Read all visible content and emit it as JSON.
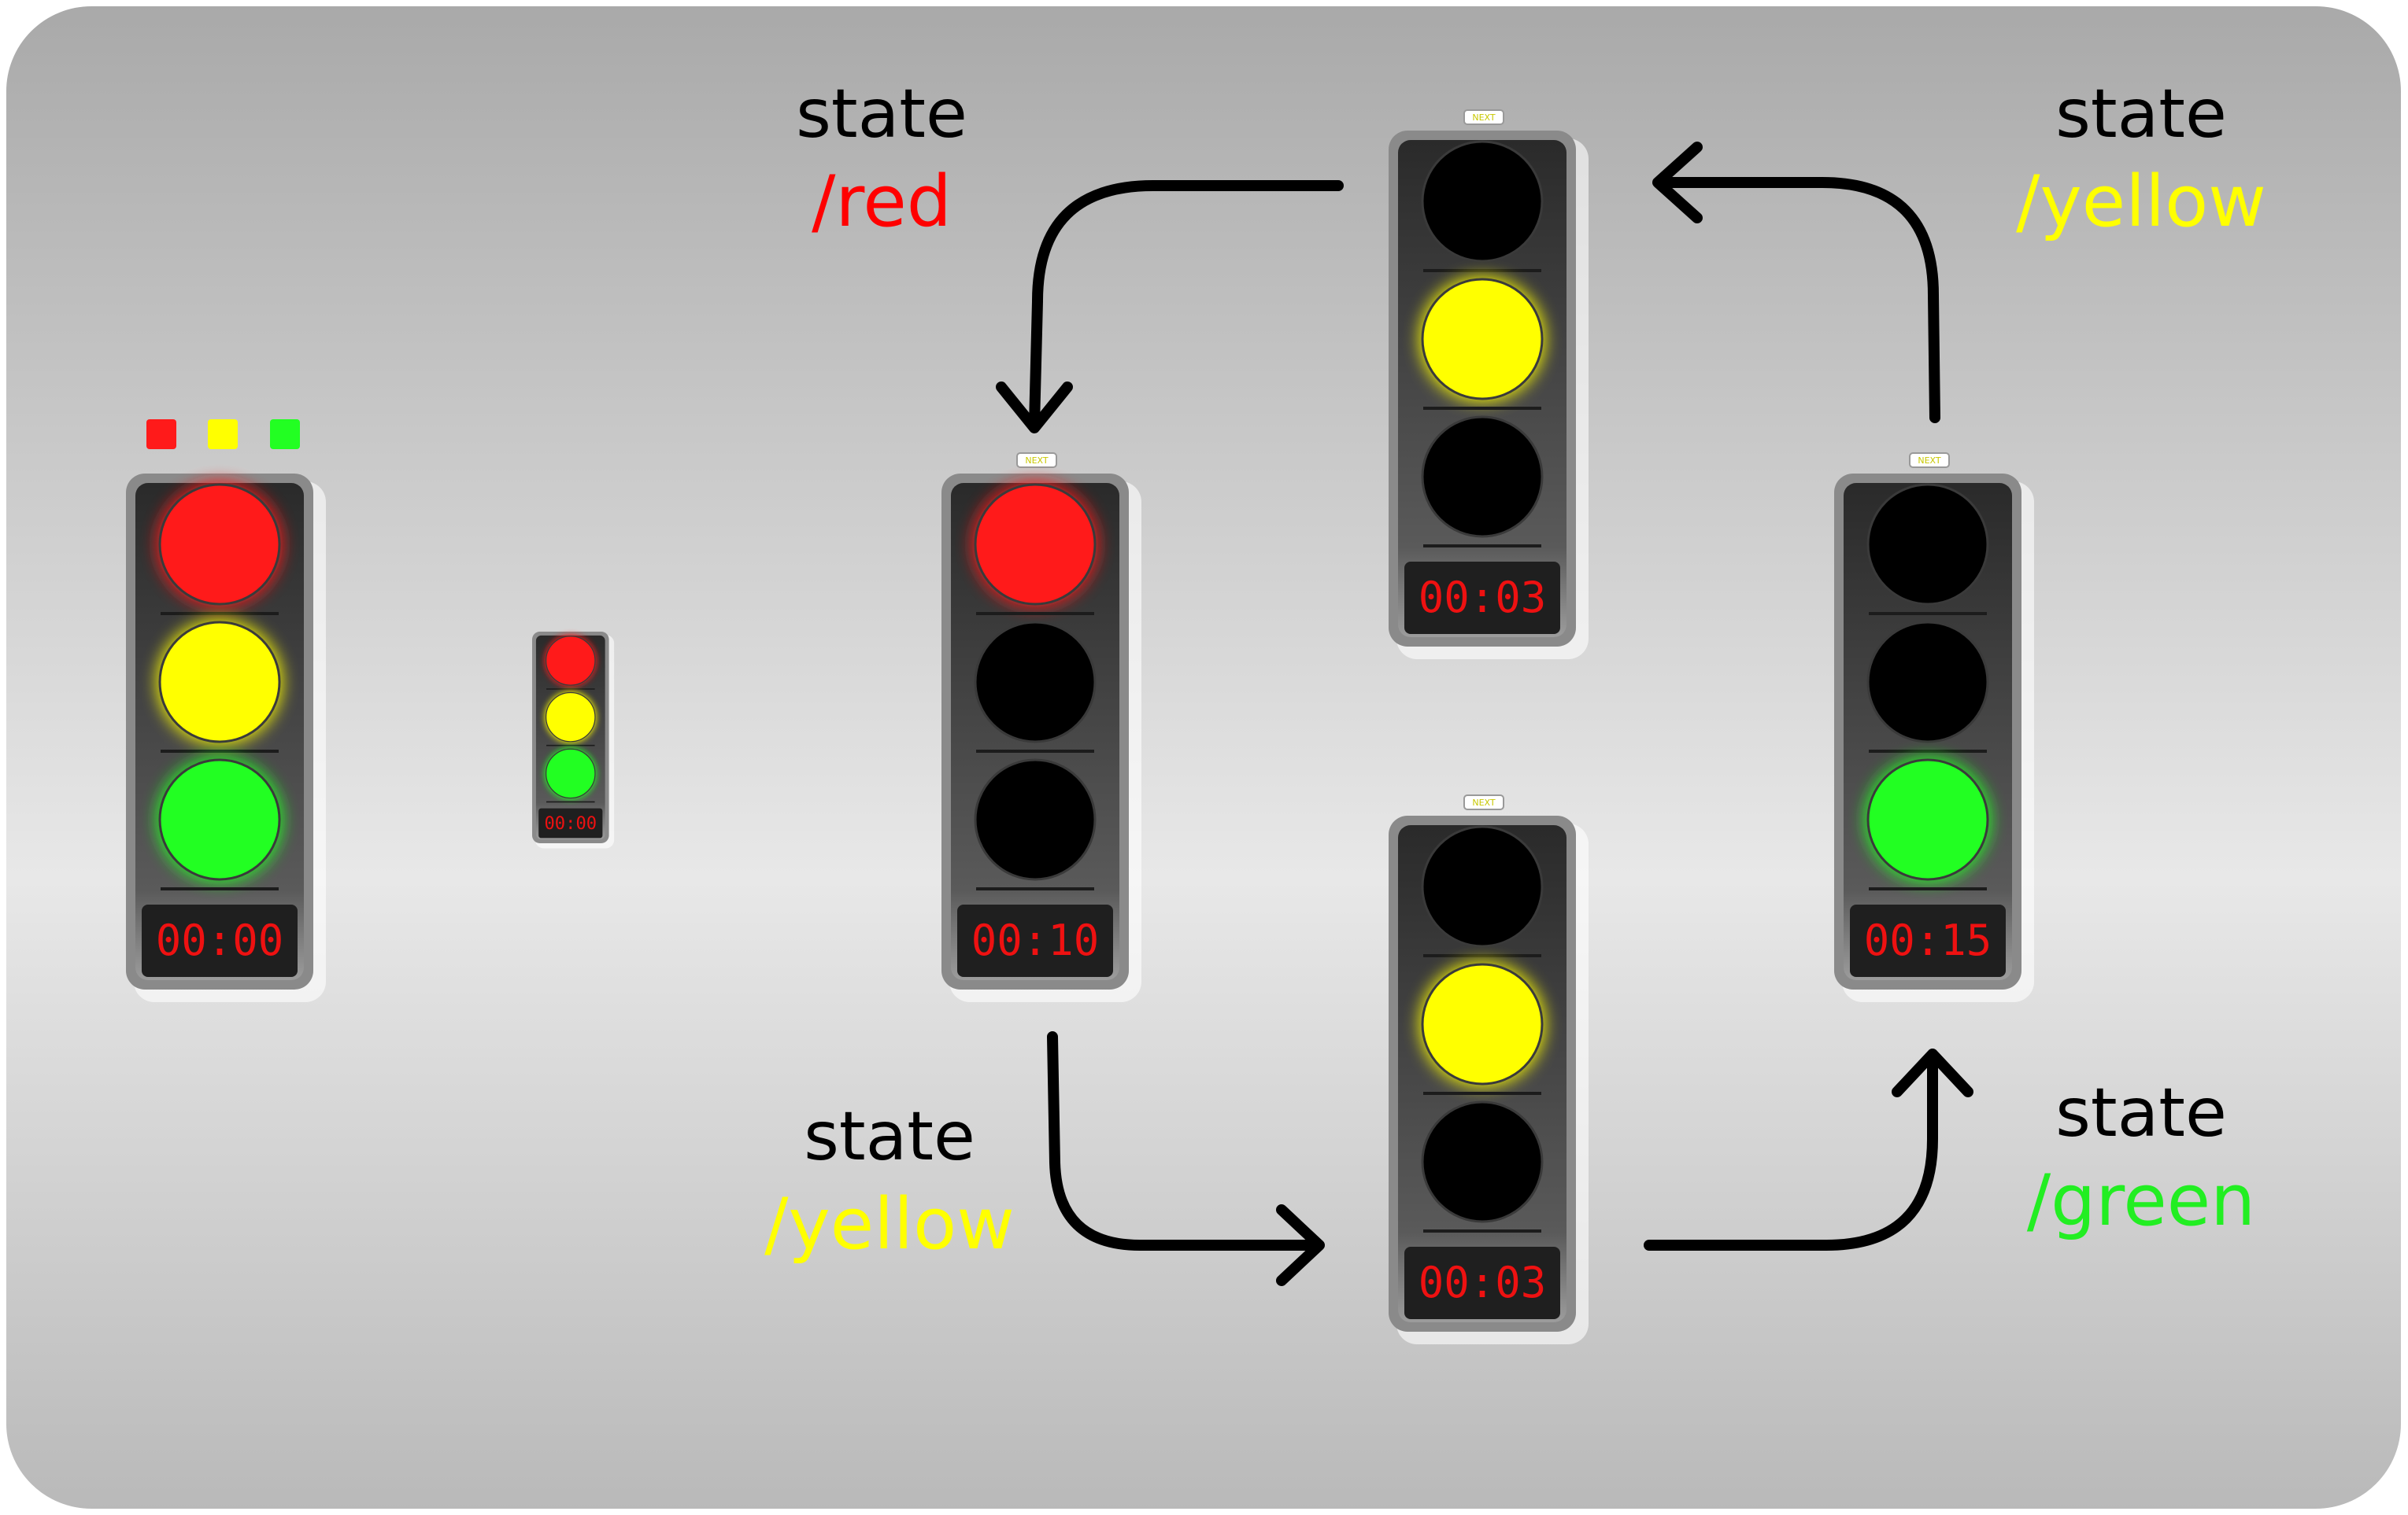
{
  "colors": {
    "red": "#ff1a1a",
    "yellow": "#ffff00",
    "green": "#22ff22",
    "off": "#000000",
    "red_text": "#ff0000",
    "yellow_text": "#ffff00",
    "green_text": "#22ee22",
    "arrow": "#000000"
  },
  "legend": {
    "swatches": [
      "red",
      "yellow",
      "green"
    ]
  },
  "lights": [
    {
      "id": "overview-light",
      "timer": "00:00",
      "lit": [
        "red",
        "yellow",
        "green"
      ],
      "tab": ""
    },
    {
      "id": "mini-light",
      "timer": "00:00",
      "lit": [
        "red",
        "yellow",
        "green"
      ],
      "tab": ""
    },
    {
      "id": "red-state-light",
      "timer": "00:10",
      "lit": [
        "red"
      ],
      "tab": "NEXT"
    },
    {
      "id": "top-yellow-state-light",
      "timer": "00:03",
      "lit": [
        "yellow"
      ],
      "tab": "NEXT"
    },
    {
      "id": "bottom-yellow-state-light",
      "timer": "00:03",
      "lit": [
        "yellow"
      ],
      "tab": "NEXT"
    },
    {
      "id": "green-state-light",
      "timer": "00:15",
      "lit": [
        "green"
      ],
      "tab": "NEXT"
    }
  ],
  "states": {
    "red": {
      "word": "state",
      "path": "/red"
    },
    "top_yellow": {
      "word": "state",
      "path": "/yellow"
    },
    "bottom_yellow": {
      "word": "state",
      "path": "/yellow"
    },
    "green": {
      "word": "state",
      "path": "/green"
    }
  }
}
